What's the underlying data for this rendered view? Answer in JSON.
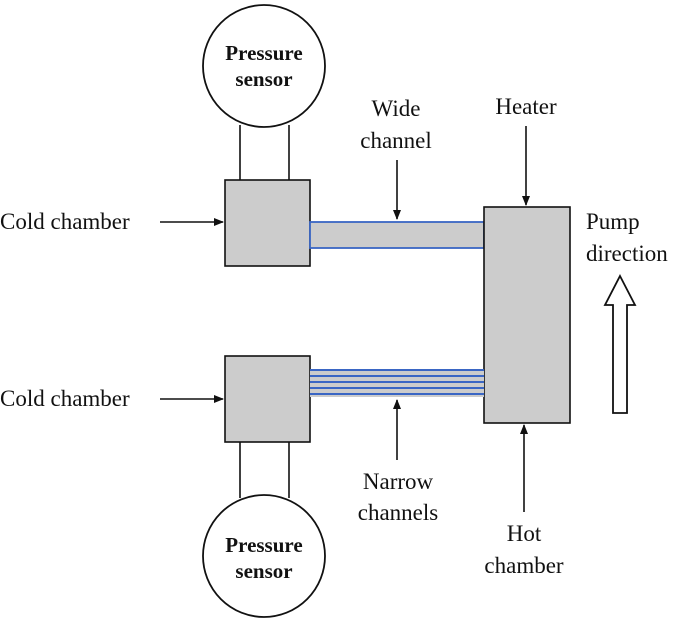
{
  "sensor_top": {
    "line1": "Pressure",
    "line2": "sensor"
  },
  "sensor_bottom": {
    "line1": "Pressure",
    "line2": "sensor"
  },
  "wide_channel": {
    "line1": "Wide",
    "line2": "channel"
  },
  "heater": "Heater",
  "pump_direction": {
    "line1": "Pump",
    "line2": "direction"
  },
  "cold_chamber_top": "Cold chamber",
  "cold_chamber_bottom": "Cold chamber",
  "narrow_channels": {
    "line1": "Narrow",
    "line2": "channels"
  },
  "hot_chamber": {
    "line1": "Hot",
    "line2": "chamber"
  },
  "colors": {
    "chamber_fill": "#cccccc",
    "channel_blue": "#3a66c4"
  }
}
